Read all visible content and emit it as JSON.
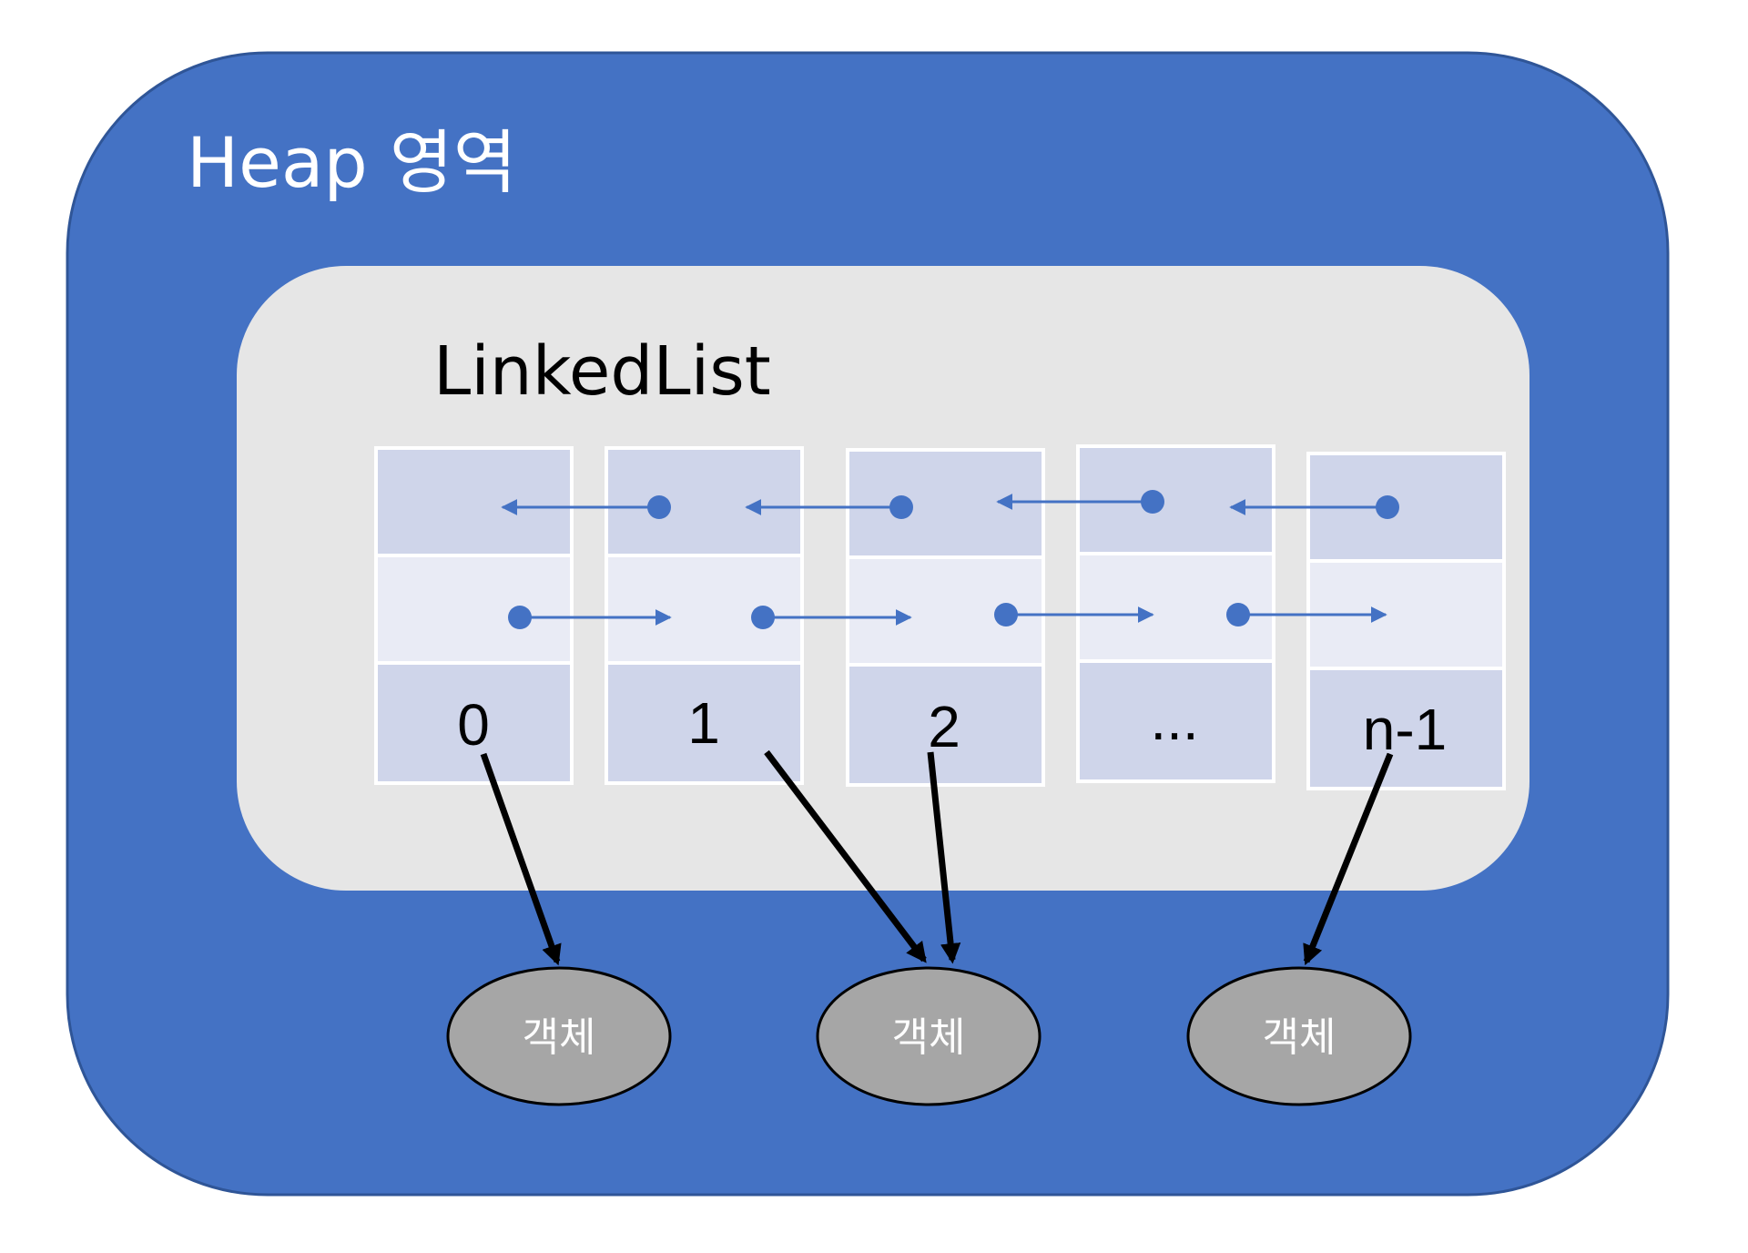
{
  "heap": {
    "title": "Heap 영역"
  },
  "linked_list": {
    "title": "LinkedList",
    "nodes": [
      {
        "label": "0"
      },
      {
        "label": "1"
      },
      {
        "label": "2"
      },
      {
        "label": "..."
      },
      {
        "label": "n-1"
      }
    ]
  },
  "objects": [
    {
      "label": "객체"
    },
    {
      "label": "객체"
    },
    {
      "label": "객체"
    }
  ],
  "colors": {
    "heap_fill": "#4472C4",
    "heap_border": "#2F5597",
    "list_fill": "#E6E6E6",
    "node_dark": "#CFD5EA",
    "node_light": "#E9EBF5",
    "pointer": "#4472C4",
    "object_fill": "#A6A6A6",
    "reference_arrow": "#000000"
  }
}
